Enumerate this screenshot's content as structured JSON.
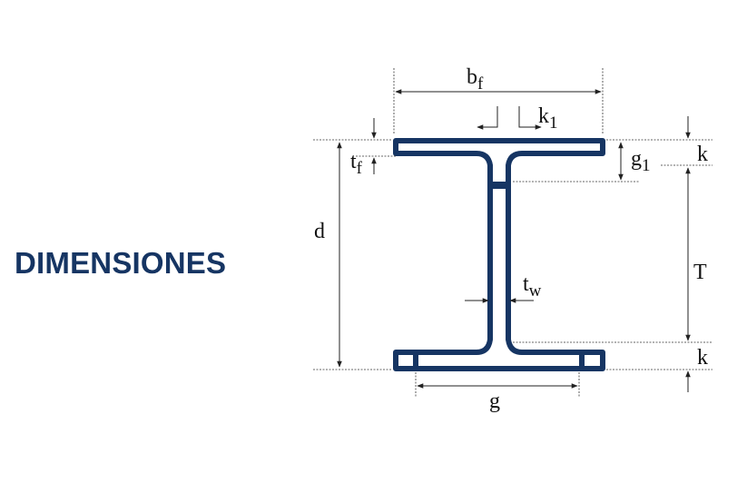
{
  "page": {
    "title": "DIMENSIONES",
    "accent_color": "#163563"
  },
  "diagram": {
    "section_shape": "I-beam cross-section",
    "labels": {
      "bf": {
        "main": "b",
        "sub": "f"
      },
      "k1": {
        "main": "k",
        "sub": "1"
      },
      "tf": {
        "main": "t",
        "sub": "f"
      },
      "g1": {
        "main": "g",
        "sub": "1"
      },
      "k_top": "k",
      "d": "d",
      "T": "T",
      "tw": {
        "main": "t",
        "sub": "w"
      },
      "k_bottom": "k",
      "g": "g"
    }
  }
}
